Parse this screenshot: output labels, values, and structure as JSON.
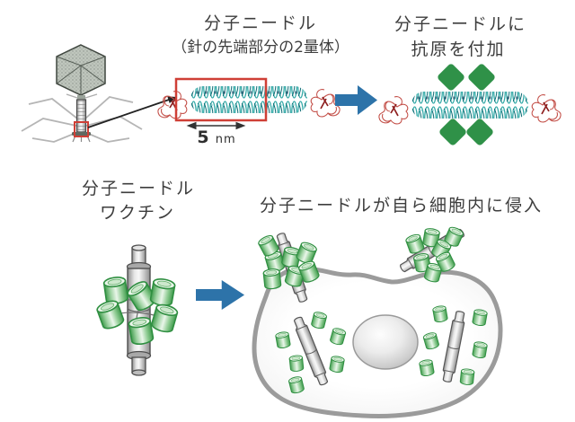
{
  "figure": {
    "background": "#ffffff",
    "caption_top_needle": {
      "line1": "分子ニードル",
      "line2": "（針の先端部分の2量体）"
    },
    "caption_top_antigen": {
      "line1": "分子ニードルに",
      "line2": "抗原を付加"
    },
    "caption_vaccine": {
      "line1": "分子ニードル",
      "line2": "ワクチン"
    },
    "caption_cell_entry": "分子ニードルが自ら細胞内に侵入",
    "scale_value": "5",
    "scale_unit": "nm",
    "colors": {
      "antigen_green": "#2f9148",
      "cylinder_green": "#3a9e4d",
      "flow_arrow_blue": "#2d73a9",
      "highlight_red": "#cf3f36",
      "helix_teal": "#2aa3a3",
      "text_gray": "#3d3d3d",
      "membrane_gray": "#9b9b9b"
    },
    "graphics": [
      "bacteriophage",
      "needle-tip-dimer-structure",
      "red-highlight-box",
      "antigen-diamonds",
      "needle-vaccine",
      "cell",
      "nucleus",
      "antigen-cylinders"
    ]
  }
}
